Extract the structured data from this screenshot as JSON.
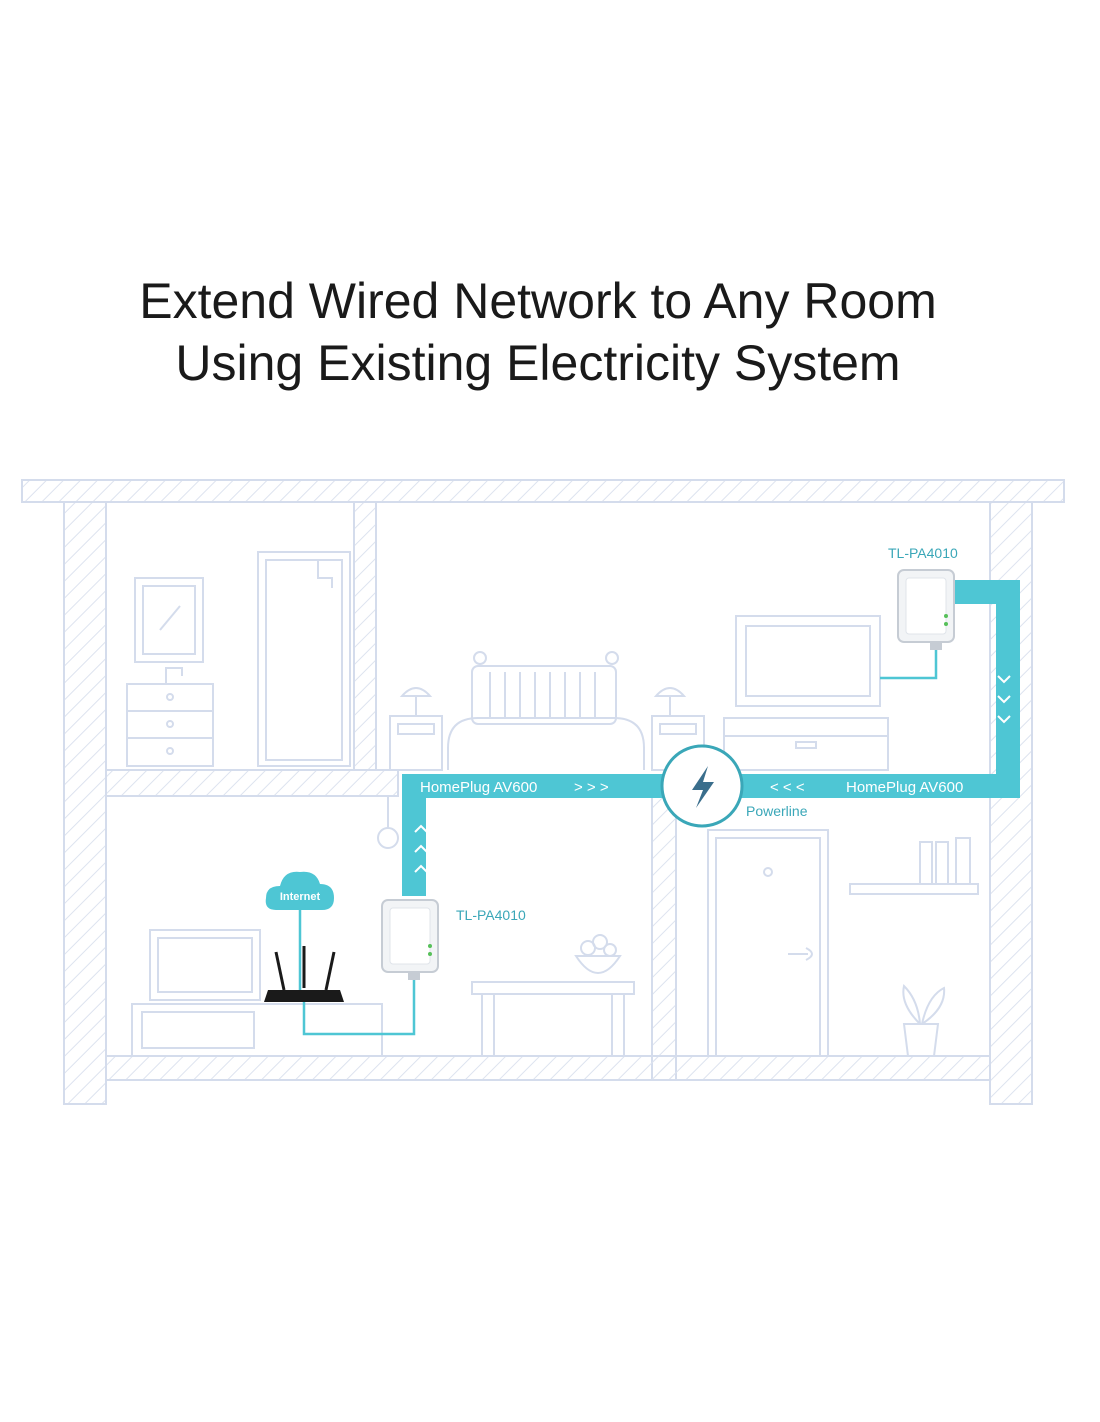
{
  "headline": {
    "line1": "Extend Wired Network to Any Room",
    "line2": "Using Existing Electricity System"
  },
  "diagram": {
    "device_upstairs": "TL-PA4010",
    "device_downstairs": "TL-PA4010",
    "link_left_label": "HomePlug AV600",
    "link_right_label": "HomePlug AV600",
    "left_arrows": "> > >",
    "right_arrows": "< < <",
    "hub_label": "Powerline",
    "cloud_label": "Internet",
    "hub_icon": "lightning-bolt-icon",
    "colors": {
      "line": "#d4dcec",
      "cable": "#4ec6d4",
      "cable_dark": "#3aa7b8",
      "text": "#1a1a1a"
    }
  }
}
